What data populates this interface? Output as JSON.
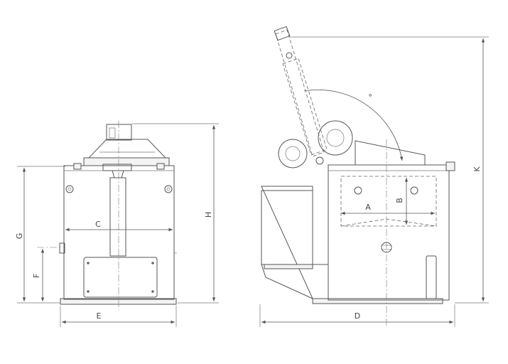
{
  "drawing": {
    "front_view": {
      "dimension_labels": {
        "C": "C",
        "E": "E",
        "F": "F",
        "G": "G",
        "H": "H"
      }
    },
    "side_view": {
      "dimension_labels": {
        "A": "A",
        "B": "B",
        "D": "D",
        "K": "K",
        "tilt_angle": "°"
      }
    }
  }
}
